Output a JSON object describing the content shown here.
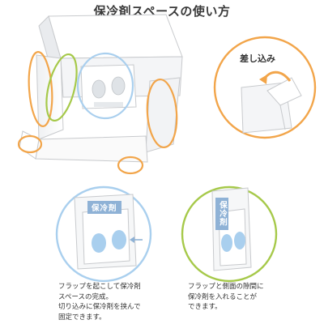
{
  "title": "保冷剤スペースの使い方",
  "insert_label": "差し込み",
  "left_caption": [
    "フラップを起こして保冷剤",
    "スペースの完成。",
    "切り込みに保冷剤を挟んで",
    "固定できます。"
  ],
  "right_caption": [
    "フラップと側面の隙間に",
    "保冷剤を入れることが",
    "できます。"
  ],
  "left_badge": "保冷剤",
  "right_badge": "保冷剤",
  "colors": {
    "orange": "#f2a54a",
    "green": "#a6c94a",
    "blue": "#a9cfee",
    "pack": "#8fb2d6"
  }
}
